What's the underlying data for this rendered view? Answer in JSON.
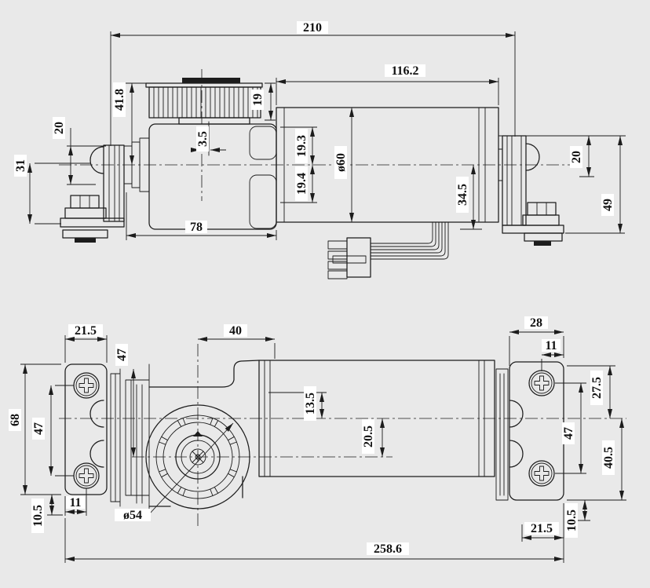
{
  "drawing_title": "gear-motor-dimension-drawing",
  "colors": {
    "background": "#e9e9e9",
    "line": "#1c1c1c",
    "label_background": "#ffffff"
  },
  "side_view": {
    "overall_length": "210",
    "motor_length": "116.2",
    "pulley_height": "41.8",
    "pulley_width": "19",
    "left_bracket_offset": "20",
    "left_bracket_height": "31",
    "belt_center_offset": "3.5",
    "flange_upper": "19.3",
    "flange_lower": "19.4",
    "motor_diameter": "ø60",
    "wire_exit_offset": "34.5",
    "right_bracket_offset": "20",
    "right_bracket_height": "49",
    "gearbox_length": "78"
  },
  "plan_view": {
    "left_plate_width": "21.5",
    "bumper_stack_height": "47",
    "shaft_to_motor_flange": "40",
    "right_plate_width": "28",
    "right_hole_inset": "11",
    "left_plate_height": "68",
    "left_hole_pitch": "47",
    "flange_to_axis": "13.5",
    "shaft_axis_offset": "20.5",
    "right_top_to_axis": "27.5",
    "right_hole_pitch": "47",
    "axis_to_plate_bottom": "40.5",
    "left_hole_inset": "11",
    "left_plate_bottom_offset": "10.5",
    "gear_housing_diameter": "ø54",
    "right_plate_bottom_width": "21.5",
    "right_plate_bottom_offset": "10.5",
    "overall_length": "258.6"
  }
}
